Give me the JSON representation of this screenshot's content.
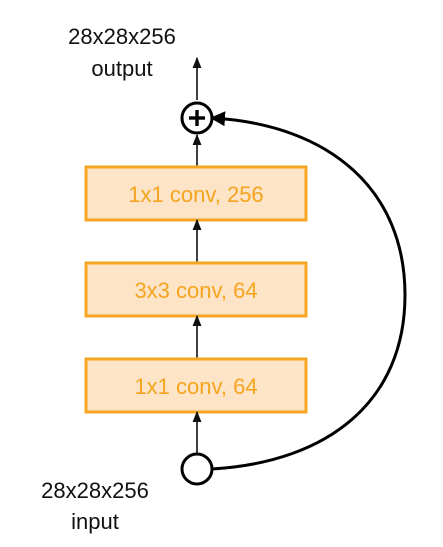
{
  "output": {
    "dims": "28x28x256",
    "label": "output"
  },
  "input": {
    "dims": "28x28x256",
    "label": "input"
  },
  "layers": [
    {
      "label": "1x1 conv, 256"
    },
    {
      "label": "3x3 conv, 64"
    },
    {
      "label": "1x1 conv, 64"
    }
  ],
  "add_operator": "+",
  "colors": {
    "layer_fill": "#fde4c7",
    "layer_border": "#f6a623",
    "layer_text": "#f4a41e",
    "line": "#000000"
  }
}
